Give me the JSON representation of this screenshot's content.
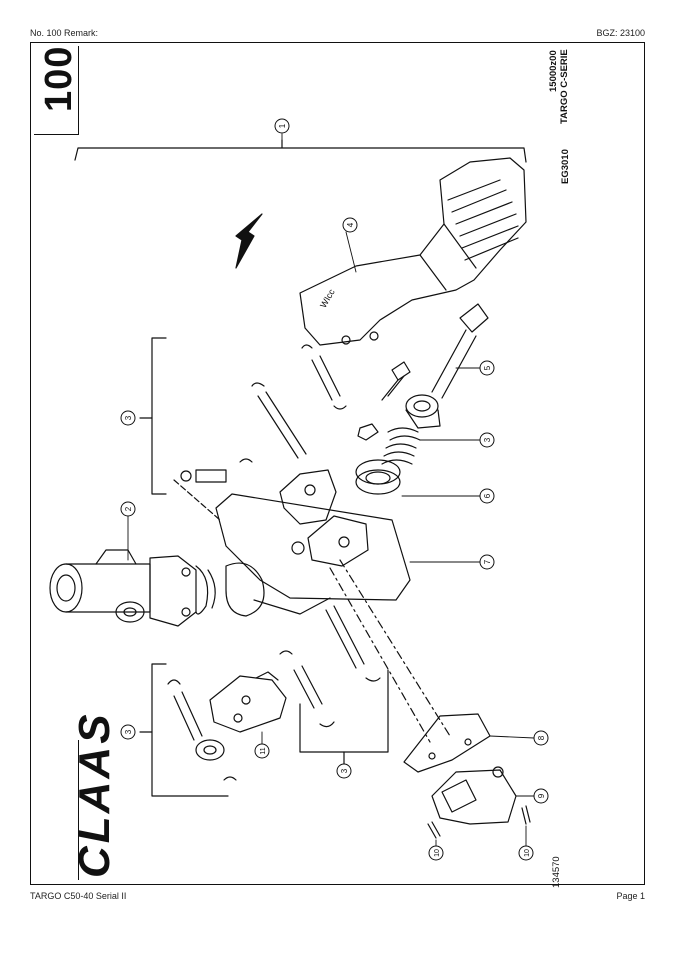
{
  "header": {
    "left": "No. 100   Remark:",
    "right": "BGZ: 23100"
  },
  "footer": {
    "left": "TARGO C50-40 Serial II",
    "right": "Page 1"
  },
  "sheet": {
    "page_number": "100",
    "code_lines": [
      "15000z00",
      "TARGO C-SERIE",
      "EG3010"
    ],
    "drawing_number": "134570",
    "brand": "CLAAS"
  },
  "callouts": [
    "1",
    "2",
    "3",
    "4",
    "5",
    "6",
    "7",
    "8",
    "9",
    "10",
    "11"
  ]
}
